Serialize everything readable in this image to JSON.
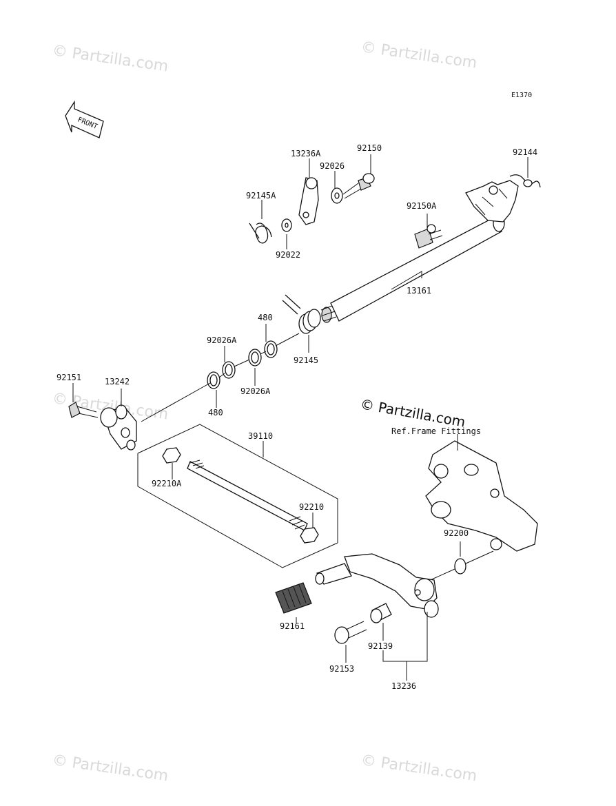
{
  "diagram_code": "E1370",
  "front_label": "FRONT",
  "ref_note": "Ref.Frame Fittings",
  "watermark": "© Partzilla.com",
  "labels": {
    "p13236A": "13236A",
    "p92150": "92150",
    "p92026": "92026",
    "p92144": "92144",
    "p92145A": "92145A",
    "p92150A": "92150A",
    "p92022": "92022",
    "p13161": "13161",
    "p480a": "480",
    "p92026A_top": "92026A",
    "p92145": "92145",
    "p92026A_bottom": "92026A",
    "p92151": "92151",
    "p13242": "13242",
    "p480b": "480",
    "p39110": "39110",
    "p92210A": "92210A",
    "p92210": "92210",
    "p92200": "92200",
    "p92161": "92161",
    "p92139": "92139",
    "p92153": "92153",
    "p13236": "13236"
  }
}
